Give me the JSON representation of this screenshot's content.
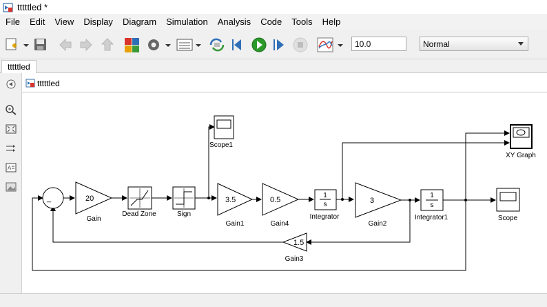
{
  "window": {
    "title": "tttttled *"
  },
  "menu": [
    "File",
    "Edit",
    "View",
    "Display",
    "Diagram",
    "Simulation",
    "Analysis",
    "Code",
    "Tools",
    "Help"
  ],
  "toolbar": {
    "stop_time": "10.0",
    "sim_mode": "Normal",
    "icons": [
      "new-model-icon",
      "save-icon",
      "back-icon",
      "forward-icon",
      "up-icon",
      "library-browser-icon",
      "settings-gear-icon",
      "model-explorer-icon",
      "update-diagram-icon",
      "step-back-icon",
      "run-icon",
      "step-forward-icon",
      "stop-icon",
      "signal-viewer-icon"
    ]
  },
  "tab": {
    "label": "tttttled"
  },
  "breadcrumb": {
    "label": "tttttled"
  },
  "blocks": {
    "sum": {
      "sign": "_"
    },
    "gain": {
      "value": "20",
      "label": "Gain"
    },
    "deadzone": {
      "label": "Dead Zone"
    },
    "sign": {
      "label": "Sign"
    },
    "scope1": {
      "label": "Scope1"
    },
    "gain1": {
      "value": "3.5",
      "label": "Gain1"
    },
    "gain4": {
      "value": "0.5",
      "label": "Gain4"
    },
    "integrator": {
      "num": "1",
      "den": "s",
      "label": "Integrator"
    },
    "gain2": {
      "value": "3",
      "label": "Gain2"
    },
    "integrator1": {
      "num": "1",
      "den": "s",
      "label": "Integrator1"
    },
    "scope": {
      "label": "Scope"
    },
    "xygraph": {
      "label": "XY Graph"
    },
    "gain3": {
      "value": "1.5",
      "label": "Gain3"
    }
  }
}
